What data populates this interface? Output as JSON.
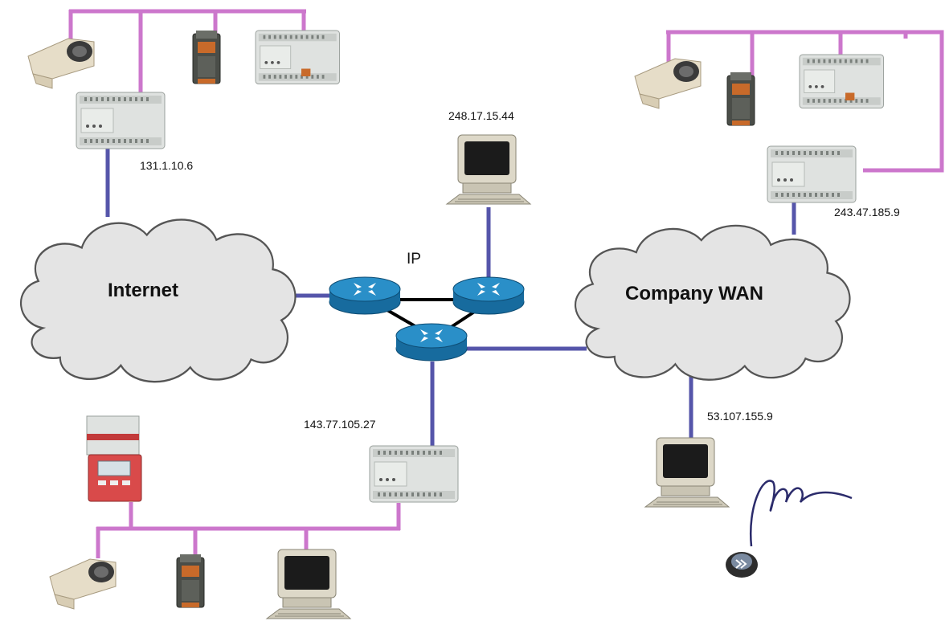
{
  "labels": {
    "ip_top_right_computer": "248.17.15.44",
    "ip_internet_controller": "131.1.10.6",
    "ip_wan_controller": "243.47.185.9",
    "ip_bottom_controller": "143.77.105.27",
    "ip_wan_computer": "53.107.155.9",
    "ip_network_label": "IP"
  },
  "clouds": {
    "internet": "Internet",
    "company_wan": "Company WAN"
  },
  "colors": {
    "fieldbus": "#cc77cc",
    "ip_link": "#5555aa",
    "router_link": "#000000",
    "router_body": "#2a8fc8",
    "cloud_fill": "#e4e4e4",
    "device_body": "#dfe2e0"
  },
  "icons": [
    "cloud",
    "router",
    "controller",
    "io-module",
    "sensor",
    "desktop-computer",
    "wireless-operator-device",
    "touch-panel"
  ]
}
